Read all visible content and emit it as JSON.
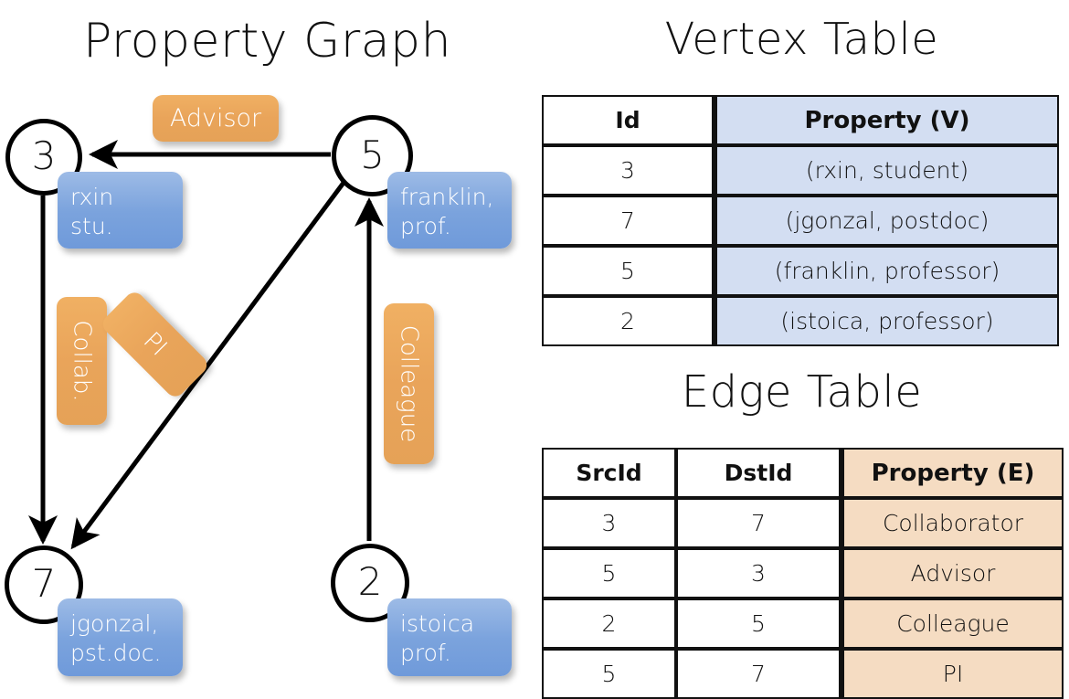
{
  "titles": {
    "graph": "Property Graph",
    "vertex_table": "Vertex Table",
    "edge_table": "Edge Table"
  },
  "graph": {
    "nodes": [
      {
        "id": "3",
        "name": "node-3",
        "property_lines": "rxin\nstu."
      },
      {
        "id": "5",
        "name": "node-5",
        "property_lines": "franklin,\nprof."
      },
      {
        "id": "7",
        "name": "node-7",
        "property_lines": "jgonzal,\npst.doc."
      },
      {
        "id": "2",
        "name": "node-2",
        "property_lines": "istoica\nprof."
      }
    ],
    "edge_labels": {
      "advisor": "Advisor",
      "collab": "Collab.",
      "pi": "PI",
      "colleague": "Colleague"
    },
    "edges": [
      {
        "src": "5",
        "dst": "3",
        "label": "Advisor"
      },
      {
        "src": "3",
        "dst": "7",
        "label": "Collab."
      },
      {
        "src": "5",
        "dst": "7",
        "label": "PI"
      },
      {
        "src": "2",
        "dst": "5",
        "label": "Colleague"
      }
    ]
  },
  "vertex_table": {
    "headers": [
      "Id",
      "Property (V)"
    ],
    "rows": [
      [
        "3",
        "(rxin, student)"
      ],
      [
        "7",
        "(jgonzal, postdoc)"
      ],
      [
        "5",
        "(franklin, professor)"
      ],
      [
        "2",
        "(istoica, professor)"
      ]
    ]
  },
  "edge_table": {
    "headers": [
      "SrcId",
      "DstId",
      "Property (E)"
    ],
    "rows": [
      [
        "3",
        "7",
        "Collaborator"
      ],
      [
        "5",
        "3",
        "Advisor"
      ],
      [
        "2",
        "5",
        "Colleague"
      ],
      [
        "5",
        "7",
        "PI"
      ]
    ]
  },
  "colors": {
    "vertex_property_fill": "#d3def2",
    "edge_property_fill": "#f5dcc2",
    "node_property_box": "#7ba3dd",
    "edge_label_box": "#e9a45a",
    "stroke": "#000000",
    "background": "#ffffff"
  }
}
